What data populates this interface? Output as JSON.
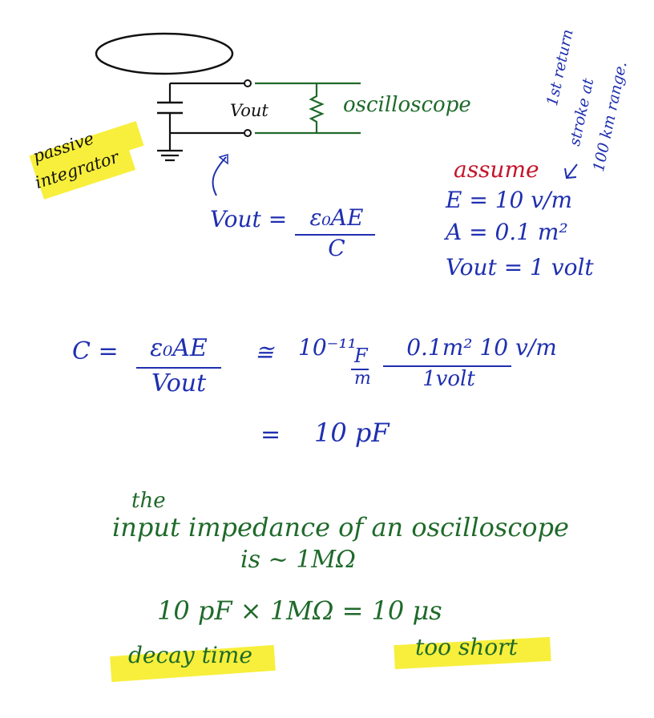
{
  "circuit": {
    "vout_label": "Vout",
    "scope_label": "oscilloscope",
    "side_note_line1": "passive",
    "side_note_line2": "integrator"
  },
  "vout_formula": {
    "lhs": "Vout =",
    "numerator": "ε₀AE",
    "denominator": "C"
  },
  "assume_block": {
    "heading": "assume",
    "e_value": "E = 10 v/m",
    "a_value": "A = 0.1 m²",
    "vout_value": "Vout = 1 volt"
  },
  "side_note": {
    "line1": "1st return",
    "line2": "stroke at",
    "line3": "100 km range."
  },
  "c_formula": {
    "lhs": "C =",
    "numerator": "ε₀AE",
    "denominator": "Vout",
    "approx": "≅",
    "coef": "10⁻¹¹",
    "unit_num": "F",
    "unit_den": "m",
    "numerator2": "0.1m²  10 v/m",
    "denominator2": "1volt"
  },
  "c_result": {
    "eq": "=",
    "value": "10 pF"
  },
  "impedance_text": {
    "line1a": "the",
    "line1b": "input impedance of an oscilloscope",
    "line2": "is ~ 1MΩ"
  },
  "time_constant": {
    "expression": "10 pF × 1MΩ  =  10 μs",
    "label_left": "decay time",
    "label_right": "too short"
  },
  "colors": {
    "ink_blue": "#1f2fb0",
    "ink_green": "#1f6a2a",
    "ink_red": "#c4152b",
    "highlighter": "#f6ec1a"
  }
}
